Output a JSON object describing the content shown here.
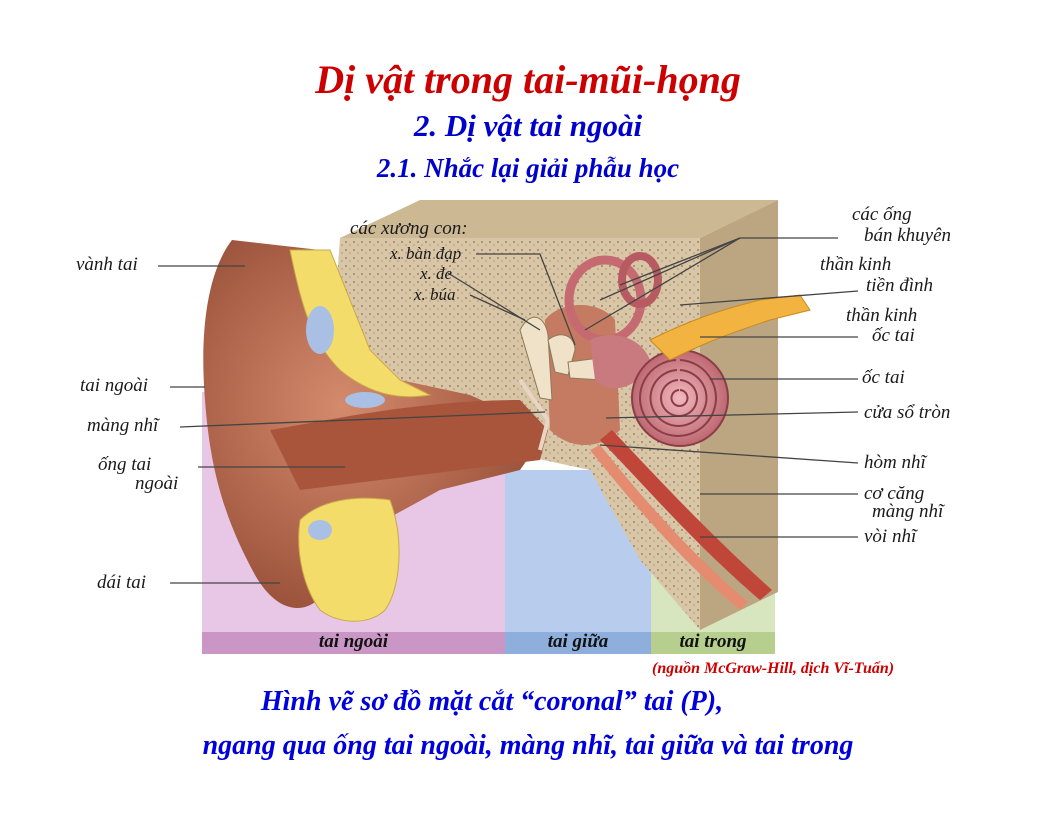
{
  "title": "Dị vật trong tai-mũi-họng",
  "subtitle": "2. Dị vật tai ngoài",
  "section": "2.1. Nhắc lại giải phẫu học",
  "labels_left": {
    "vanh_tai": "vành tai",
    "tai_ngoai": "tai ngoài",
    "mang_nhi": "màng nhĩ",
    "ong_tai_1": "ống tai",
    "ong_tai_2": "ngoài",
    "dai_tai": "dái tai"
  },
  "labels_top": {
    "cac_xuong_con": "các xương con:",
    "x_ban_dap": "x. bàn đạp",
    "x_de": "x. đe",
    "x_bua": "x. búa"
  },
  "labels_right": {
    "ong_ban_khuyen_1": "các ống",
    "ong_ban_khuyen_2": "bán khuyên",
    "than_kinh_tien_dinh_1": "thần kinh",
    "than_kinh_tien_dinh_2": "tiền đình",
    "than_kinh_oc_tai_1": "thần kinh",
    "than_kinh_oc_tai_2": "ốc tai",
    "oc_tai": "ốc tai",
    "cua_so_tron": "cửa sổ tròn",
    "hom_nhi": "hòm nhĩ",
    "co_cang_1": "cơ căng",
    "co_cang_2": "màng nhĩ",
    "voi_nhi": "vòi nhĩ"
  },
  "bands": {
    "outer": "tai ngoài",
    "middle": "tai giữa",
    "inner": "tai trong"
  },
  "source": "(nguồn McGraw-Hill, dịch Vĩ-Tuấn)",
  "caption_line1": "Hình vẽ sơ đồ mặt cắt “coronal” tai (P),",
  "caption_line2": "ngang qua ống tai ngoài, màng nhĩ, tai giữa và tai trong",
  "colors": {
    "title": "#cc0000",
    "subtitle": "#0000cc",
    "caption": "#0000dd",
    "outer_zone": "#e8c6e6",
    "middle_zone": "#b8cdee",
    "inner_zone": "#d8e6bf",
    "skin": "#b9694a",
    "bone": "#d9c6a6",
    "fat": "#f4dc6a"
  }
}
